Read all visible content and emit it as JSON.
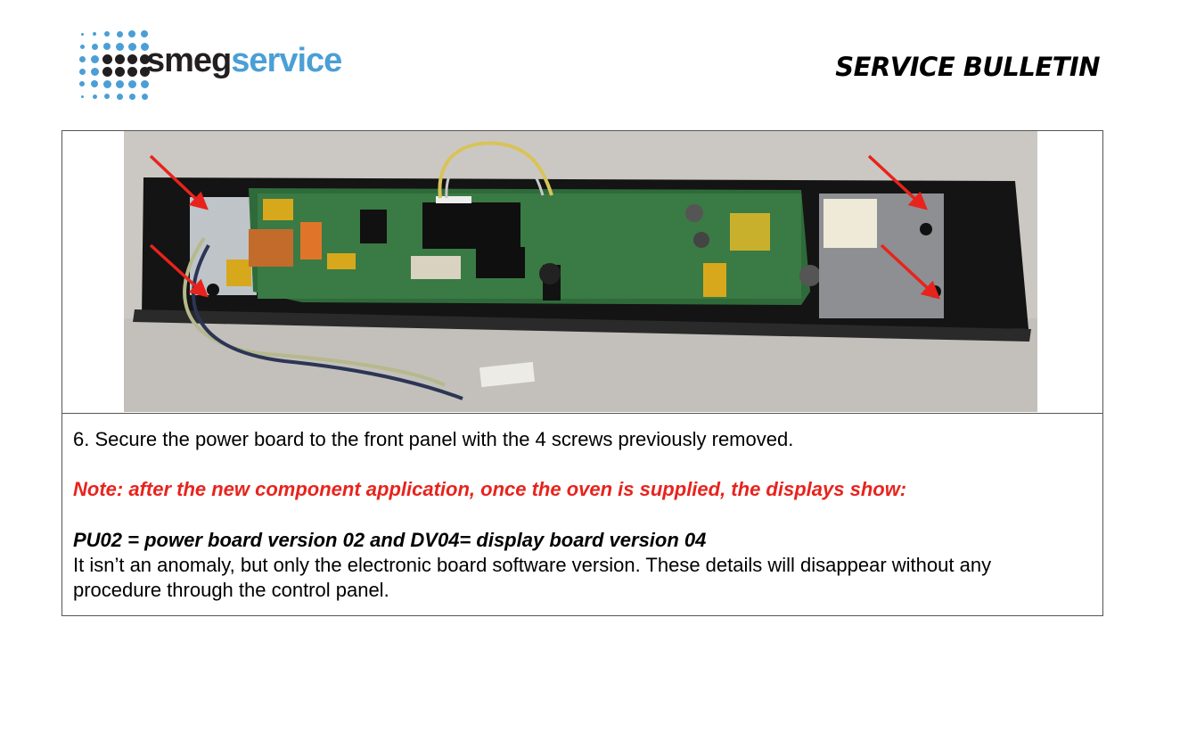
{
  "header": {
    "logo_primary": "smeg",
    "logo_secondary": "service",
    "title": "SERVICE BULLETIN",
    "colors": {
      "logo_dark": "#231f20",
      "logo_blue": "#4a9fd6"
    }
  },
  "figure": {
    "image": "power-board-photo",
    "arrow_color": "#e8231d",
    "arrow_count": 4
  },
  "body": {
    "step": "6. Secure the power board to the front panel with the 4 screws previously removed.",
    "note": "Note: after the new component application, once the oven is supplied, the displays show:",
    "version_line": "PU02 = power board version 02 and DV04= display board version 04",
    "explanation": "It isn’t an anomaly, but only the electronic board software version. These details will disappear without any procedure through the control panel.",
    "note_color": "#e8231d"
  }
}
